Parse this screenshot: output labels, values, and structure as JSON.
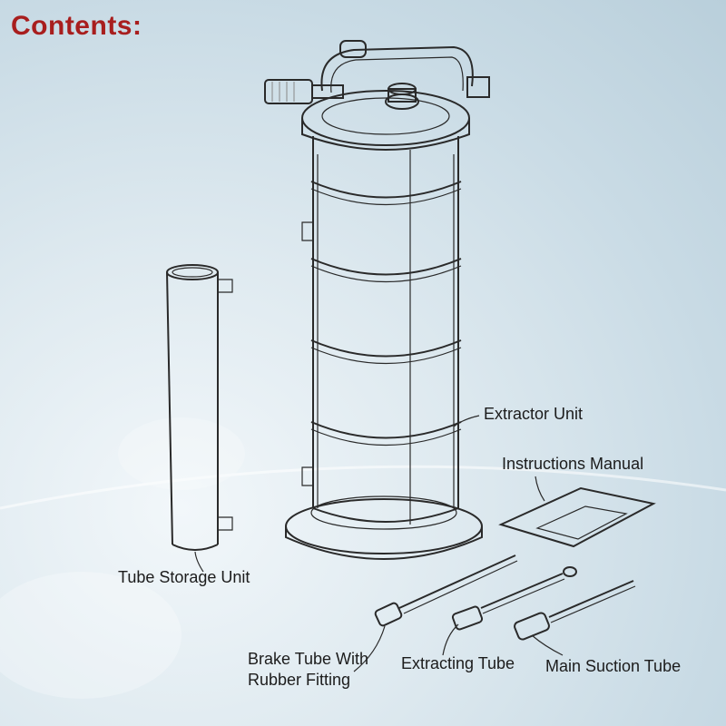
{
  "title": "Contents:",
  "labels": {
    "extractor_unit": "Extractor Unit",
    "instructions_manual": "Instructions Manual",
    "tube_storage_unit": "Tube Storage Unit",
    "brake_tube_line1": "Brake Tube With",
    "brake_tube_line2": "Rubber Fitting",
    "extracting_tube": "Extracting Tube",
    "main_suction_tube": "Main Suction Tube"
  }
}
